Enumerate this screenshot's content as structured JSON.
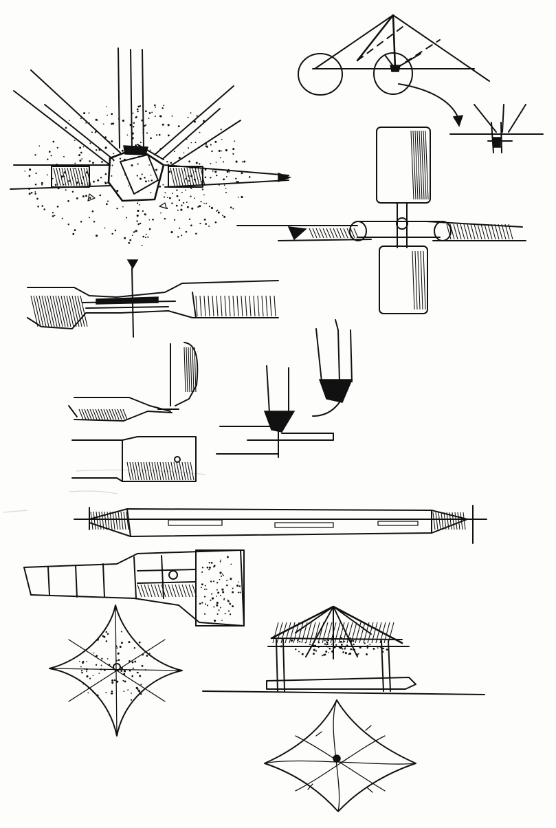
{
  "sheet": {
    "paper": "#fdfdfc",
    "ink": "#111111",
    "faint_ink": "#d8d8d8"
  },
  "sketches": [
    {
      "id": "radial-beam-joint",
      "icon": "star-joint-icon"
    },
    {
      "id": "hipped-roof-elevation",
      "icon": "roof-truss-icon"
    },
    {
      "id": "ridge-detail",
      "icon": "ridge-detail-icon"
    },
    {
      "id": "pin-cross-joint",
      "icon": "cross-joint-icon"
    },
    {
      "id": "tapered-beam-section",
      "icon": "beam-section-icon"
    },
    {
      "id": "corner-post-details",
      "icon": "corner-detail-icon"
    },
    {
      "id": "long-tapered-beam",
      "icon": "long-beam-icon"
    },
    {
      "id": "beam-end-connector",
      "icon": "connector-icon"
    },
    {
      "id": "four-point-canopy-plan",
      "icon": "canopy-plan-icon"
    },
    {
      "id": "pavilion-elevation",
      "icon": "pavilion-icon"
    },
    {
      "id": "pinwheel-plan",
      "icon": "pinwheel-plan-icon"
    }
  ]
}
